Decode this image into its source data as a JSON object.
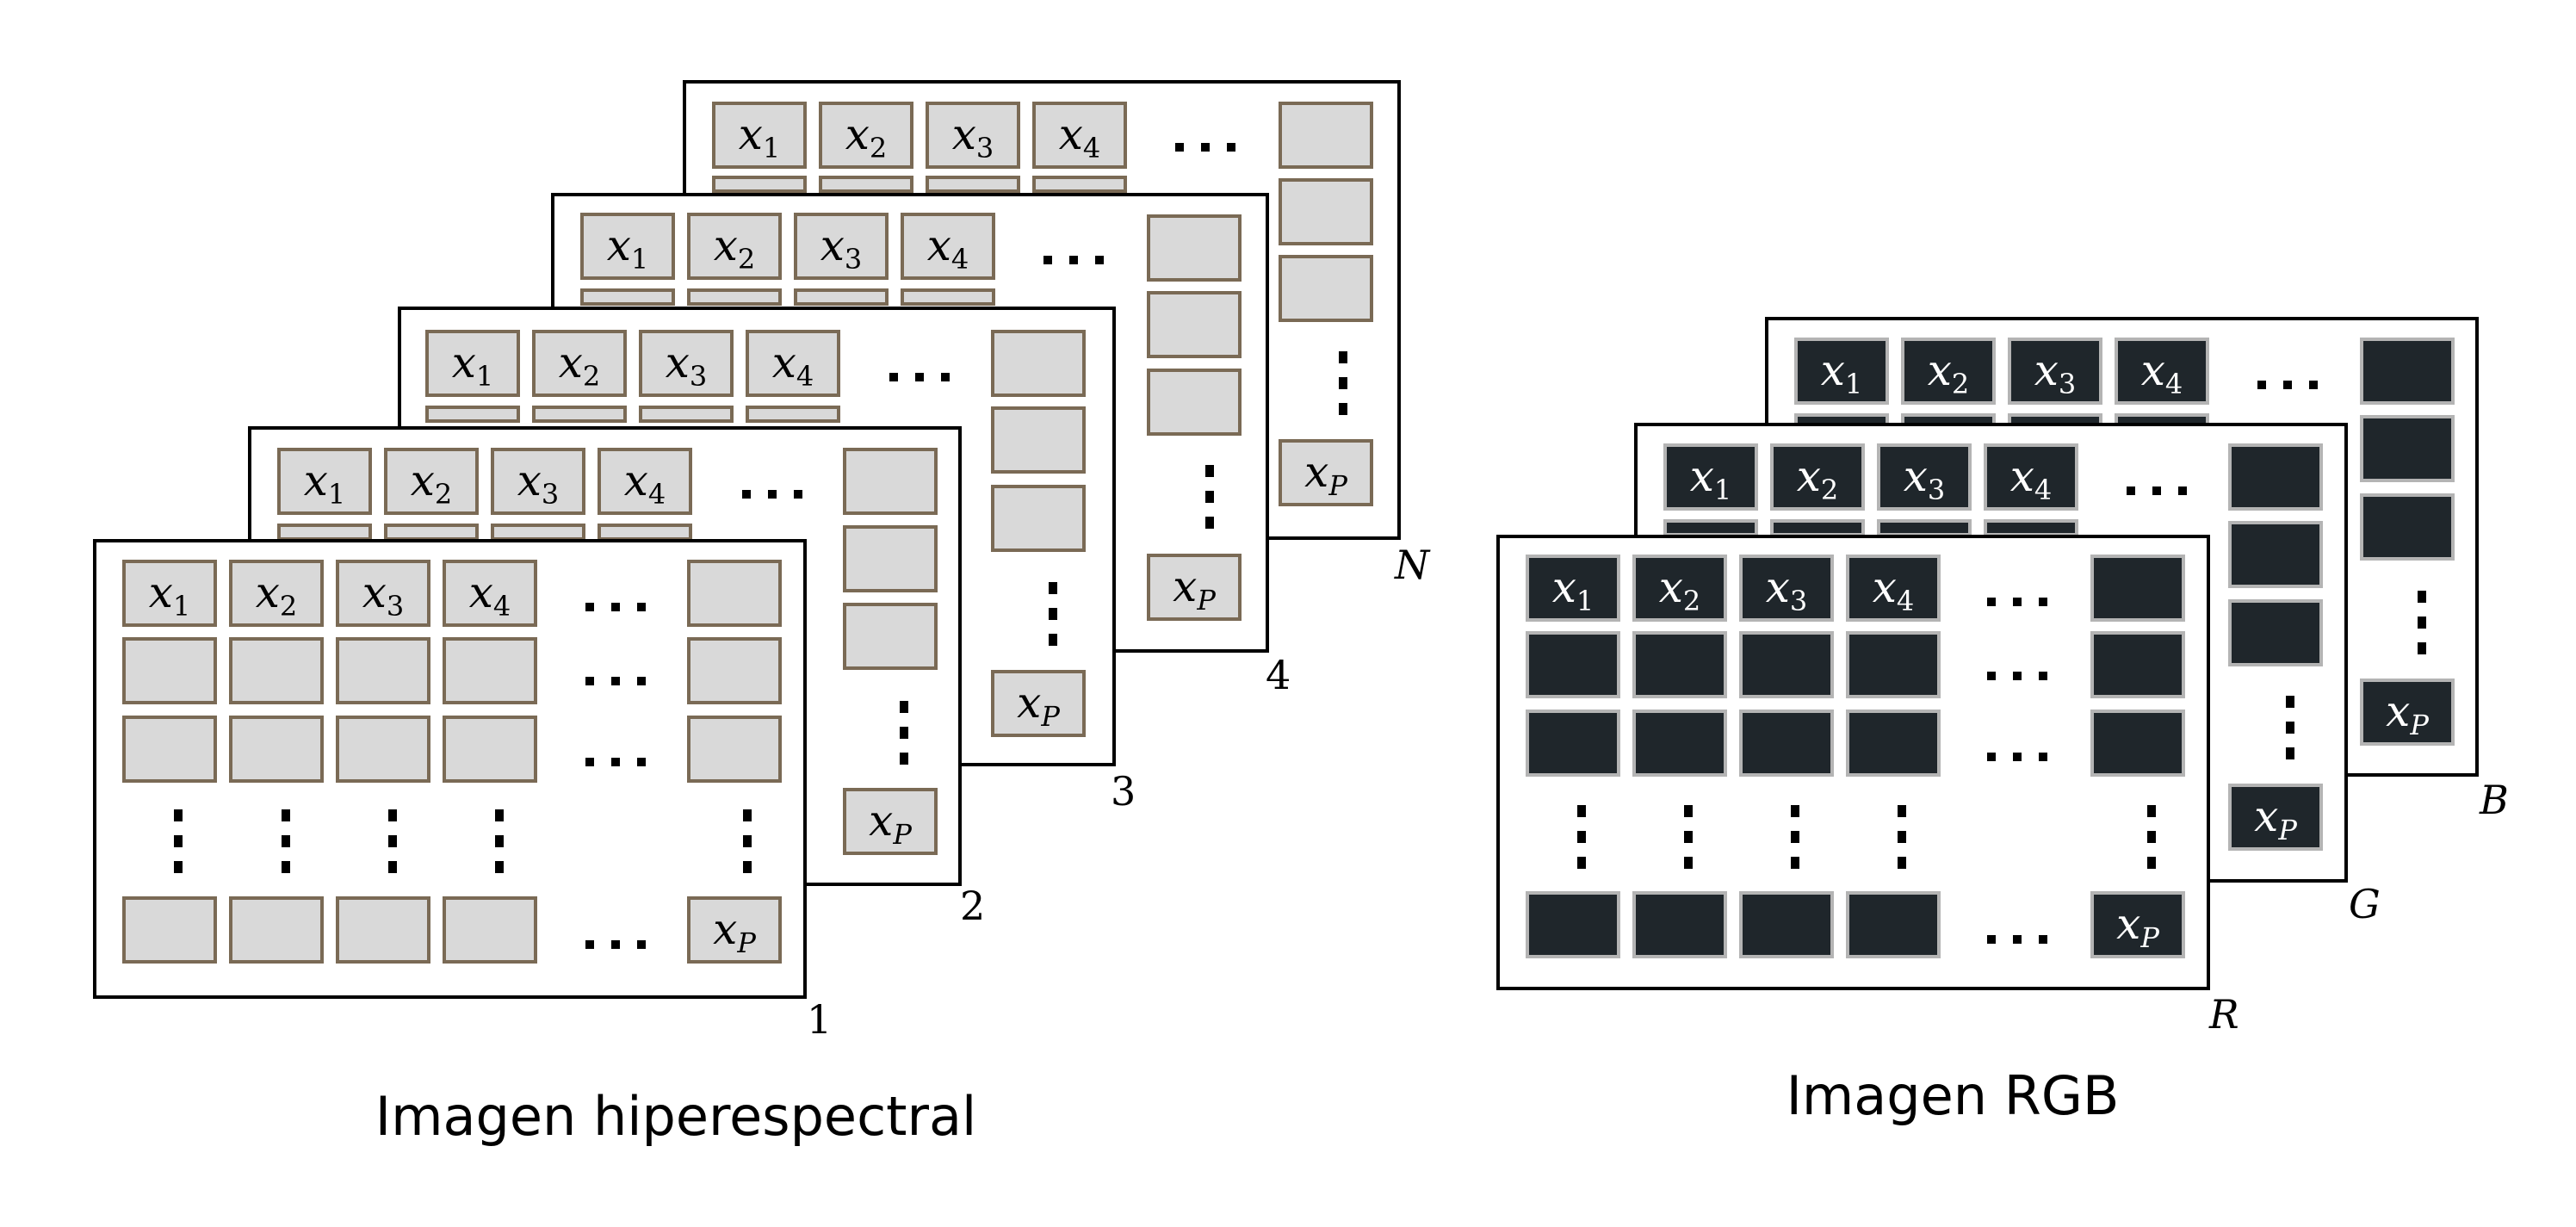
{
  "hyperspectral": {
    "caption": "Imagen hiperespectral",
    "band_labels": [
      "1",
      "2",
      "3",
      "4",
      "N"
    ],
    "cell_labels": [
      "x1",
      "x2",
      "x3",
      "x4",
      "xP"
    ],
    "cell_color": "#d9d9d9",
    "cell_border": "#7a6a55"
  },
  "rgb": {
    "caption": "Imagen RGB",
    "band_labels": [
      "R",
      "G",
      "B"
    ],
    "cell_labels": [
      "x1",
      "x2",
      "x3",
      "x4",
      "xP"
    ],
    "cell_color": "#1f262b",
    "cell_border": "#b4b4b4"
  }
}
